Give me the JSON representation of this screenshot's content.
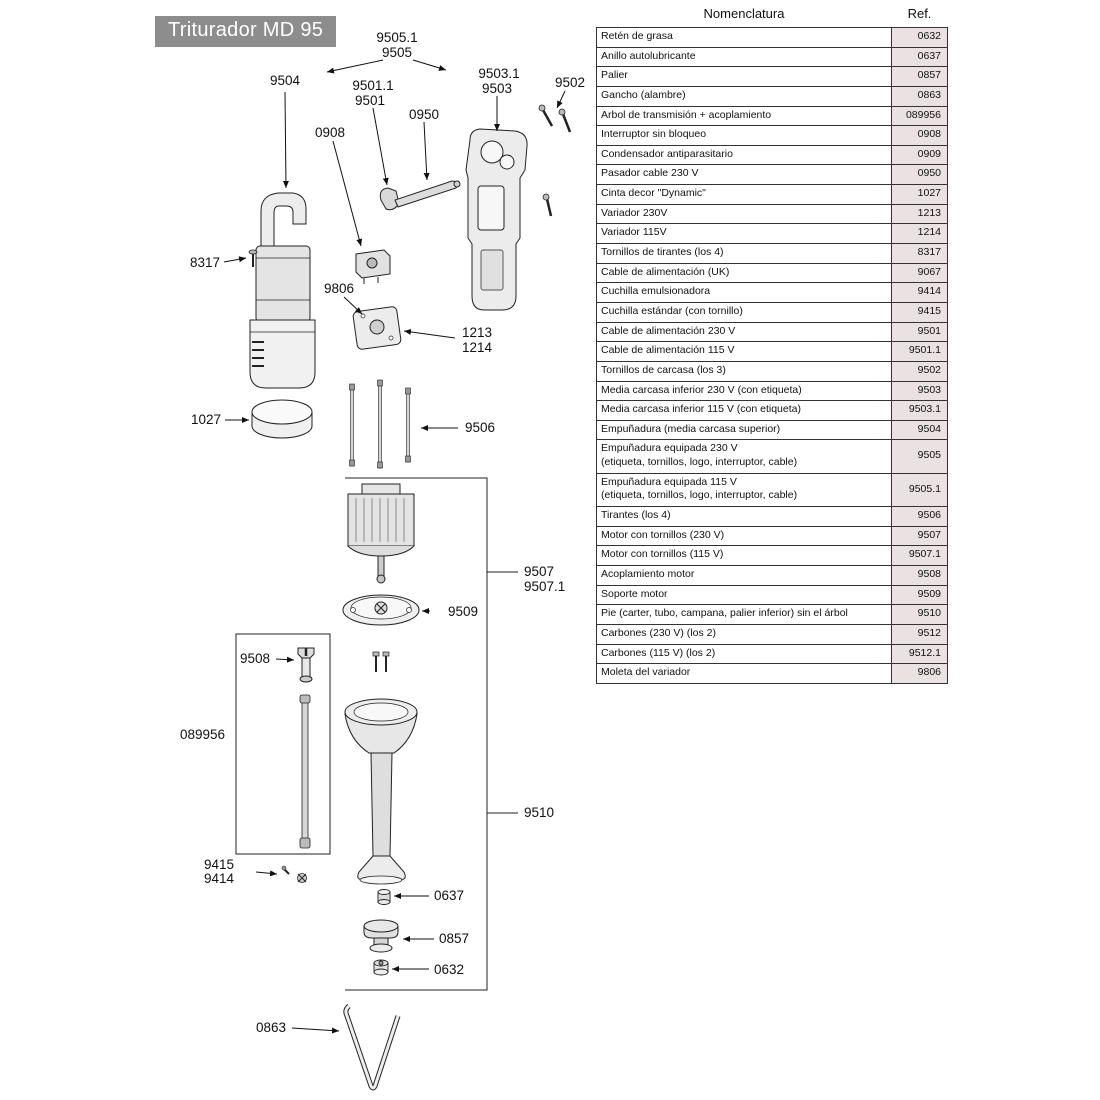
{
  "title": "Triturador MD 95",
  "colors": {
    "title_bg": "#8d8d8d",
    "ref_cell_bg": "#eae2e2"
  },
  "table": {
    "header": {
      "name": "Nomenclatura",
      "ref": "Ref."
    },
    "rows": [
      {
        "name": "Retén de grasa",
        "ref": "0632"
      },
      {
        "name": "Anillo autolubricante",
        "ref": "0637"
      },
      {
        "name": "Palier",
        "ref": "0857"
      },
      {
        "name": "Gancho (alambre)",
        "ref": "0863"
      },
      {
        "name": "Arbol de transmisión + acoplamiento",
        "ref": "089956"
      },
      {
        "name": "Interruptor sin bloqueo",
        "ref": "0908"
      },
      {
        "name": "Condensador antiparasitario",
        "ref": "0909"
      },
      {
        "name": "Pasador cable 230 V",
        "ref": "0950"
      },
      {
        "name": "Cinta decor \"Dynamic\"",
        "ref": "1027"
      },
      {
        "name": "Variador 230V",
        "ref": "1213"
      },
      {
        "name": "Variador 115V",
        "ref": "1214"
      },
      {
        "name": "Tornillos de tirantes (los 4)",
        "ref": "8317"
      },
      {
        "name": "Cable de alimentación (UK)",
        "ref": "9067"
      },
      {
        "name": "Cuchilla emulsionadora",
        "ref": "9414"
      },
      {
        "name": "Cuchilla estándar (con tornillo)",
        "ref": "9415"
      },
      {
        "name": "Cable de alimentación 230 V",
        "ref": "9501"
      },
      {
        "name": "Cable de alimentación 115 V",
        "ref": "9501.1"
      },
      {
        "name": "Tornillos de carcasa (los 3)",
        "ref": "9502"
      },
      {
        "name": "Media carcasa inferior 230 V (con etiqueta)",
        "ref": "9503"
      },
      {
        "name": "Media carcasa inferior 115 V (con etiqueta)",
        "ref": "9503.1"
      },
      {
        "name": "Empuñadura (media carcasa superior)",
        "ref": "9504"
      },
      {
        "name": "Empuñadura equipada 230 V",
        "name2": "(etiqueta, tornillos, logo, interruptor, cable)",
        "ref": "9505"
      },
      {
        "name": "Empuñadura equipada 115 V",
        "name2": "(etiqueta, tornillos, logo, interruptor, cable)",
        "ref": "9505.1"
      },
      {
        "name": "Tirantes (los 4)",
        "ref": "9506"
      },
      {
        "name": "Motor con tornillos (230 V)",
        "ref": "9507"
      },
      {
        "name": "Motor con tornillos (115 V)",
        "ref": "9507.1"
      },
      {
        "name": "Acoplamiento motor",
        "ref": "9508"
      },
      {
        "name": "Soporte motor",
        "ref": "9509"
      },
      {
        "name": "Pie (carter, tubo, campana, palier inferior) sin el árbol",
        "ref": "9510"
      },
      {
        "name": "Carbones (230 V) (los 2)",
        "ref": "9512"
      },
      {
        "name": "Carbones (115 V) (los 2)",
        "ref": "9512.1"
      },
      {
        "name": "Moleta del variador",
        "ref": "9806"
      }
    ]
  },
  "diagram": {
    "labels": {
      "n9505_1": "9505.1",
      "n9505": "9505",
      "n9504": "9504",
      "n9501_1": "9501.1",
      "n9501": "9501",
      "n0950": "0950",
      "n9503_1": "9503.1",
      "n9503": "9503",
      "n9502": "9502",
      "n0908": "0908",
      "n8317": "8317",
      "n9806": "9806",
      "n1213": "1213",
      "n1214": "1214",
      "n1027": "1027",
      "n9506": "9506",
      "n9507": "9507",
      "n9507_1": "9507.1",
      "n9509": "9509",
      "n9508": "9508",
      "n089956": "089956",
      "n9510": "9510",
      "n9415": "9415",
      "n9414": "9414",
      "n0637": "0637",
      "n0857": "0857",
      "n0632": "0632",
      "n0863": "0863"
    }
  }
}
